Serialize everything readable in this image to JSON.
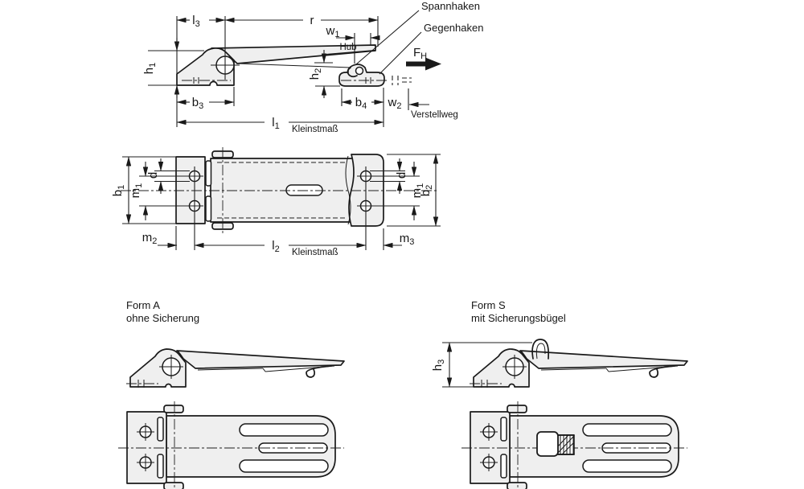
{
  "labels": {
    "spannhaken": "Spannhaken",
    "gegenhaken": "Gegenhaken",
    "hub": "Hub",
    "verstellweg": "Verstellweg",
    "kleinstmass": "Kleinstmaß",
    "form_a": {
      "line1": "Form A",
      "line2": "ohne Sicherung"
    },
    "form_s": {
      "line1": "Form S",
      "line2": "mit Sicherungsbügel"
    }
  },
  "dims": {
    "l1": {
      "base": "l",
      "sub": "1"
    },
    "l2": {
      "base": "l",
      "sub": "2"
    },
    "l3": {
      "base": "l",
      "sub": "3"
    },
    "r": {
      "base": "r",
      "sub": ""
    },
    "w1": {
      "base": "w",
      "sub": "1"
    },
    "w2": {
      "base": "w",
      "sub": "2"
    },
    "h1": {
      "base": "h",
      "sub": "1"
    },
    "h2": {
      "base": "h",
      "sub": "2"
    },
    "h3": {
      "base": "h",
      "sub": "3"
    },
    "b1": {
      "base": "b",
      "sub": "1"
    },
    "b2": {
      "base": "b",
      "sub": "2"
    },
    "b3": {
      "base": "b",
      "sub": "3"
    },
    "b4": {
      "base": "b",
      "sub": "4"
    },
    "m1": {
      "base": "m",
      "sub": "1"
    },
    "m2": {
      "base": "m",
      "sub": "2"
    },
    "m3": {
      "base": "m",
      "sub": "3"
    },
    "d": {
      "base": "d",
      "sub": ""
    },
    "fh": {
      "base": "F",
      "sub": "H"
    }
  },
  "colors": {
    "line": "#1a1a1a",
    "part_fill": "#efefef",
    "background": "#ffffff"
  }
}
